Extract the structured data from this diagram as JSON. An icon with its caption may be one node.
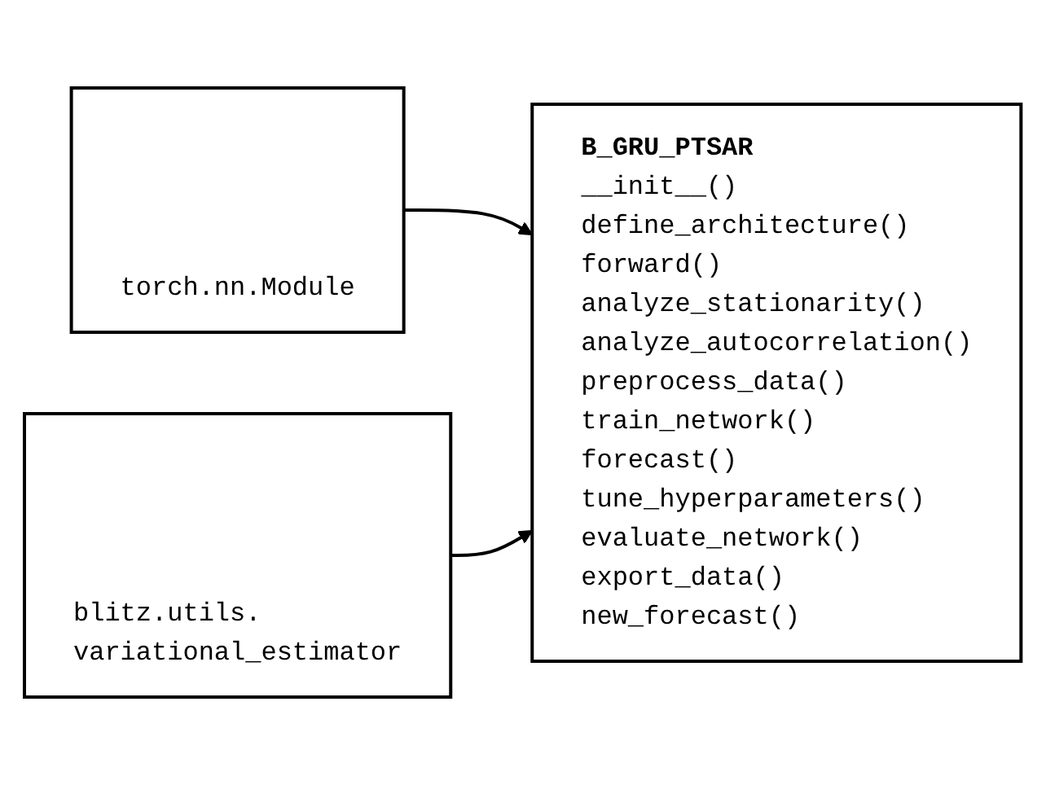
{
  "diagram": {
    "nodes": [
      {
        "text": [
          "torch.nn.Module"
        ]
      },
      {
        "text": [
          "blitz.utils. variational_estimator"
        ]
      },
      {
        "text": [
          "B_GRU_PTSAR",
          "__init__()",
          "define_architecture()",
          "forward()",
          "analyze_stationarity()",
          "analyze_autocorrelation()",
          "preprocess_data()",
          "train_network()",
          "forecast()",
          "tune_hyperparameters()",
          "evaluate_network()",
          "export_data()",
          "new_forecast()"
        ]
      }
    ],
    "edges": [
      {
        "from": 0,
        "to": 2,
        "arrow": "to"
      },
      {
        "from": 1,
        "to": 2,
        "arrow": "to"
      }
    ]
  }
}
